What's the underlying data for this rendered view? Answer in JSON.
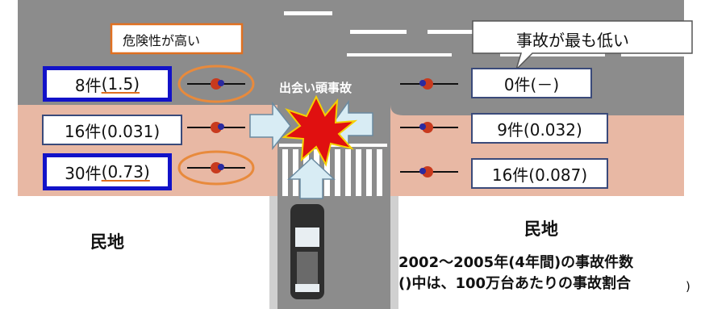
{
  "labels": {
    "high_risk": "危険性が高い",
    "lowest_risk": "事故が最も低い",
    "crash_type": "出会い頭事故",
    "land_left": "民地",
    "land_right": "民地",
    "note_line1": "2002〜2005年(4年間)の事故件数",
    "note_line2": "()中は、100万台あたりの事故割合",
    "stray_paren": ")"
  },
  "left_counts": [
    {
      "count": "8件",
      "rate": "(1.5)"
    },
    {
      "count": "16件(0.031)"
    },
    {
      "count": "30件",
      "rate": "(0.73)"
    }
  ],
  "right_counts": [
    {
      "count": "0件(－)"
    },
    {
      "count": "9件(0.032)"
    },
    {
      "count": "16件(0.087)"
    }
  ],
  "colors": {
    "road": "#8c8c8c",
    "sidewalk": "#e8b8a4",
    "highlight_box": "#1212c8",
    "crash_burst": "#e01010",
    "ellipse": "#e88a3c",
    "arrow_fill": "#d8ecf4"
  }
}
